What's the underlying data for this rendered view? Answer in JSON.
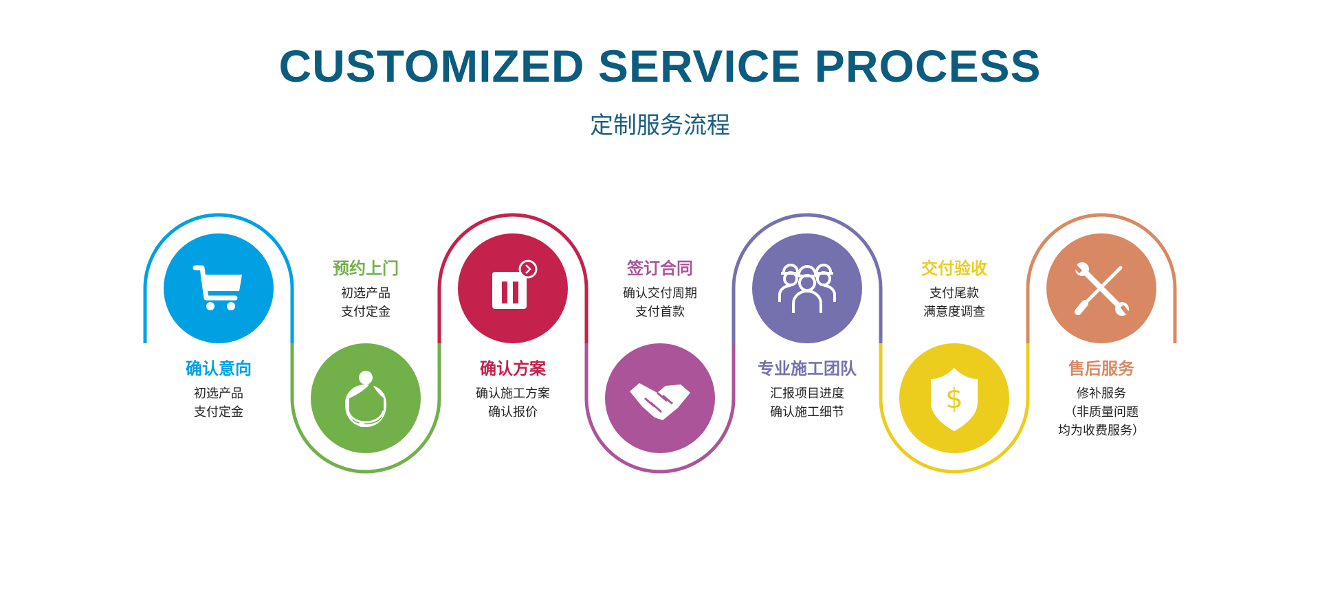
{
  "header": {
    "title": "CUSTOMIZED SERVICE PROCESS",
    "subtitle": "定制服务流程"
  },
  "steps": [
    {
      "title": "确认意向",
      "lines": [
        "初选产品",
        "支付定金"
      ],
      "color": "#00a0e3",
      "position": "top",
      "icon": "shopping-cart-icon"
    },
    {
      "title": "预约上门",
      "lines": [
        "初选产品",
        "支付定金"
      ],
      "color": "#72b04a",
      "position": "bottom",
      "icon": "customer-service-headset-icon"
    },
    {
      "title": "确认方案",
      "lines": [
        "确认施工方案",
        "确认报价"
      ],
      "color": "#c4214c",
      "position": "top",
      "icon": "plan-document-icon"
    },
    {
      "title": "签订合同",
      "lines": [
        "确认交付周期",
        "支付首款"
      ],
      "color": "#ac5499",
      "position": "bottom",
      "icon": "handshake-icon"
    },
    {
      "title": "专业施工团队",
      "lines": [
        "汇报项目进度",
        "确认施工细节"
      ],
      "color": "#7570ae",
      "position": "top",
      "icon": "workers-team-icon"
    },
    {
      "title": "交付验收",
      "lines": [
        "支付尾款",
        "满意度调查"
      ],
      "color": "#eccd1e",
      "position": "bottom",
      "icon": "shield-dollar-icon"
    },
    {
      "title": "售后服务",
      "lines": [
        "修补服务",
        "（非质量问题",
        "均为收费服务）"
      ],
      "color": "#d88963",
      "position": "top",
      "icon": "tools-wrench-screwdriver-icon"
    }
  ]
}
